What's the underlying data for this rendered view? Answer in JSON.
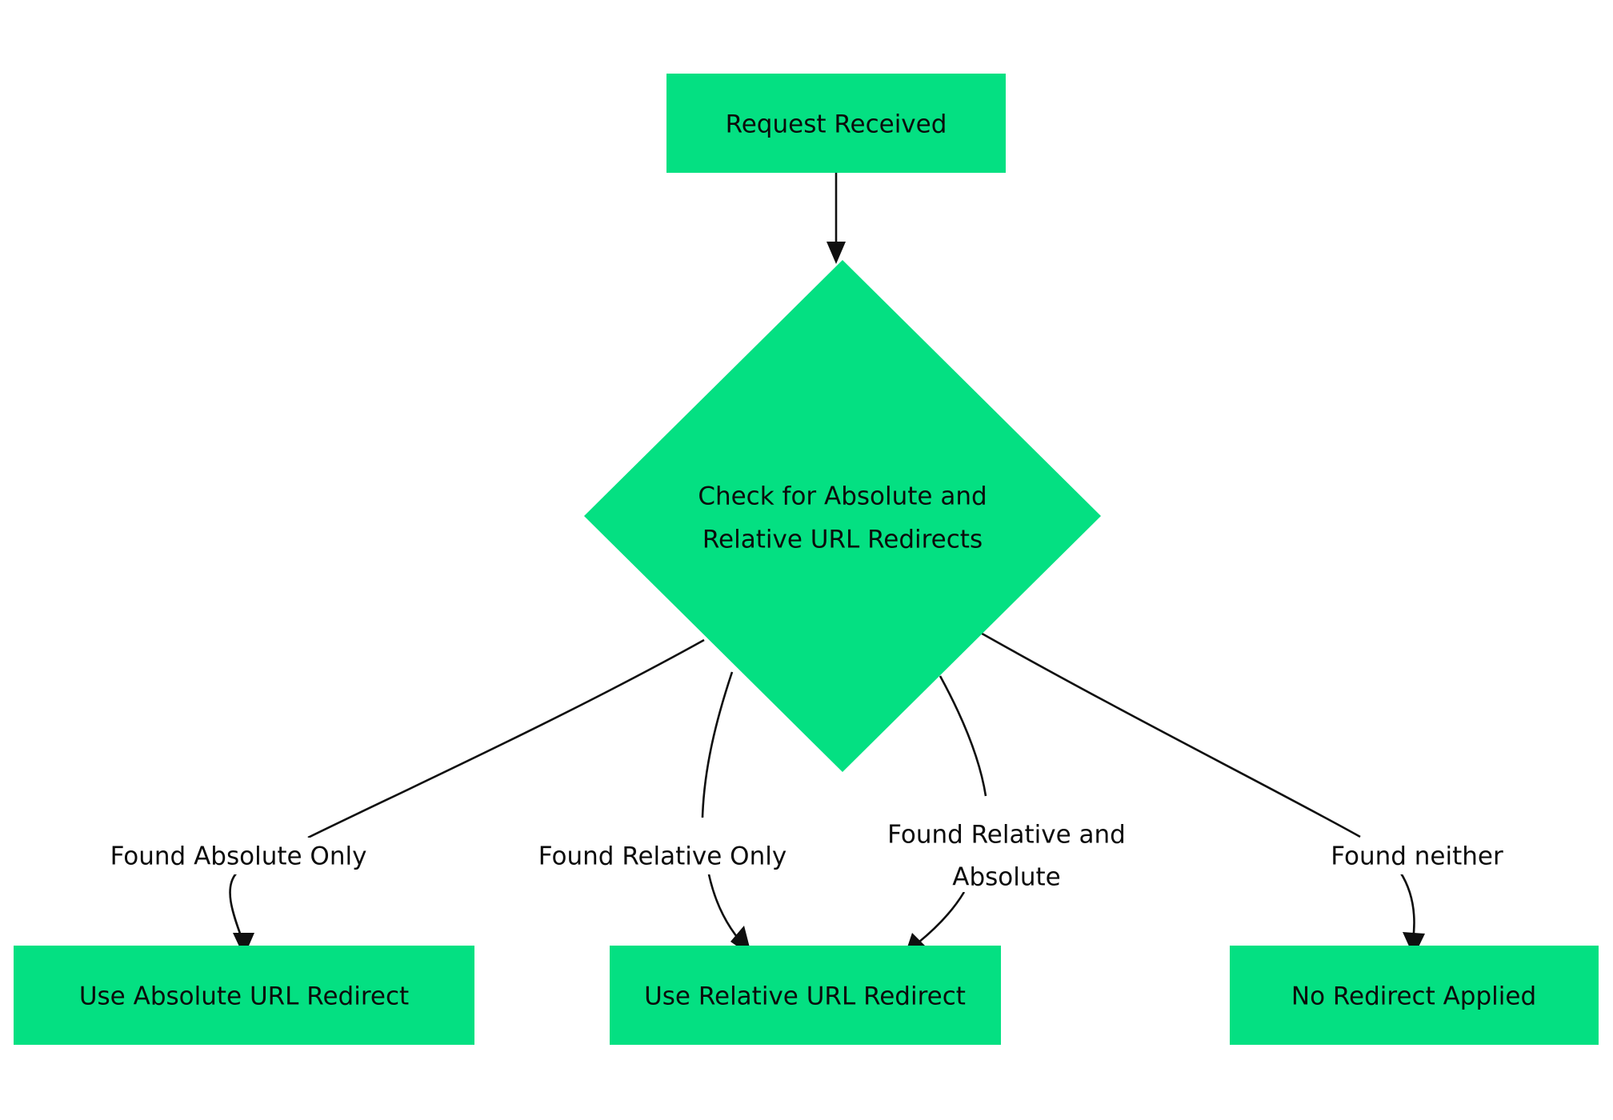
{
  "diagram": {
    "type": "flowchart",
    "direction": "top-down",
    "background_color": "#ffffff",
    "node_fill_color": "#04e082",
    "text_color": "#0b0b0b",
    "edge_color": "#0f0f0f",
    "title": ""
  },
  "nodes": [
    {
      "id": "request-received",
      "shape": "rectangle",
      "label": "Request Received",
      "lines": [
        "Request Received"
      ]
    },
    {
      "id": "check-redirects",
      "shape": "diamond",
      "label": "Check for Absolute and Relative URL Redirects",
      "lines": [
        "Check for Absolute and",
        "Relative URL Redirects"
      ]
    },
    {
      "id": "use-absolute",
      "shape": "rectangle",
      "label": "Use Absolute URL Redirect",
      "lines": [
        "Use Absolute URL Redirect"
      ]
    },
    {
      "id": "use-relative",
      "shape": "rectangle",
      "label": "Use Relative URL Redirect",
      "lines": [
        "Use Relative URL Redirect"
      ]
    },
    {
      "id": "no-redirect",
      "shape": "rectangle",
      "label": "No Redirect Applied",
      "lines": [
        "No Redirect Applied"
      ]
    }
  ],
  "edges": [
    {
      "id": "edge-request-to-check",
      "from": "request-received",
      "to": "check-redirects",
      "label": "",
      "lines": []
    },
    {
      "id": "edge-check-to-absolute",
      "from": "check-redirects",
      "to": "use-absolute",
      "label": "Found Absolute Only",
      "lines": [
        "Found Absolute Only"
      ]
    },
    {
      "id": "edge-check-to-relative",
      "from": "check-redirects",
      "to": "use-relative",
      "label": "Found Relative Only",
      "lines": [
        "Found Relative Only"
      ]
    },
    {
      "id": "edge-check-to-relative-both",
      "from": "check-redirects",
      "to": "use-relative",
      "label": "Found Relative and Absolute",
      "lines": [
        "Found Relative and",
        "Absolute"
      ]
    },
    {
      "id": "edge-check-to-none",
      "from": "check-redirects",
      "to": "no-redirect",
      "label": "Found neither",
      "lines": [
        "Found neither"
      ]
    }
  ]
}
